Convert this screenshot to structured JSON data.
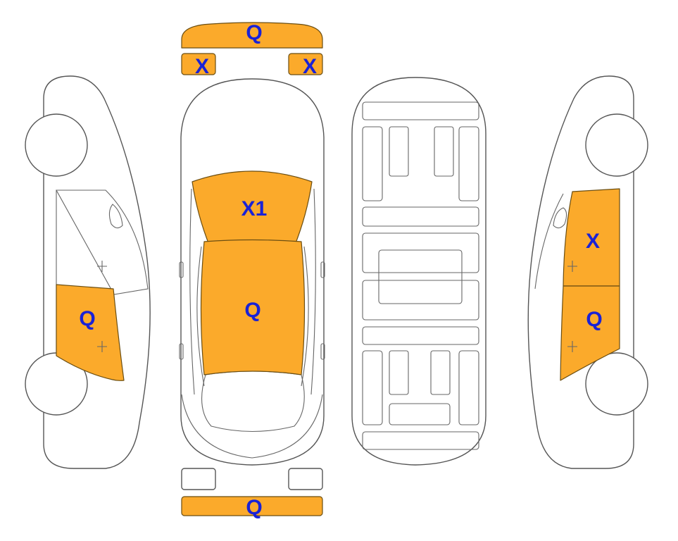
{
  "colors": {
    "damage_fill": "#FBAA2B",
    "label_color": "#1A22D6",
    "outline": "#555555"
  },
  "marks": {
    "front_bumper": "Q",
    "headlight_left": "X",
    "headlight_right": "X",
    "windshield": "X1",
    "roof": "Q",
    "left_rear_door": "Q",
    "right_front_door": "X",
    "right_rear_door": "Q",
    "rear_bumper": "Q"
  }
}
